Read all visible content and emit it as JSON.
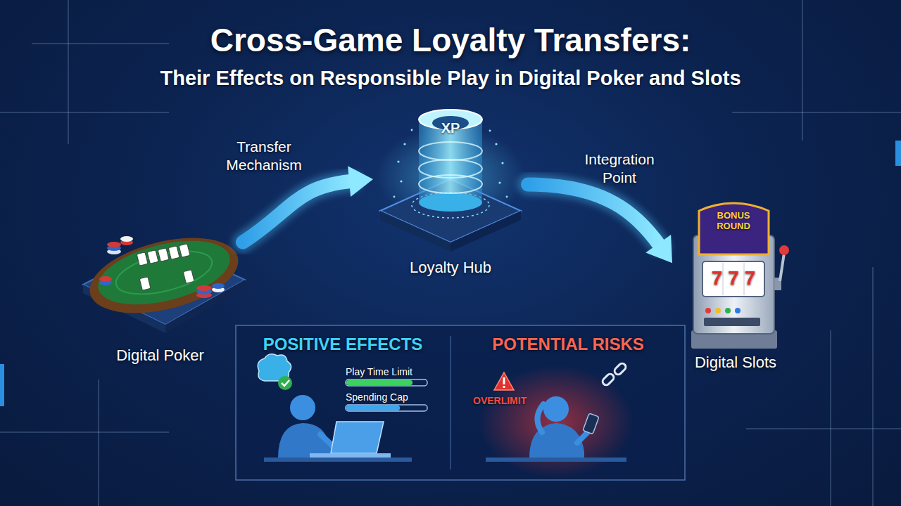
{
  "diagram": {
    "title": "Cross-Game Loyalty Transfers:",
    "nodes": [
      {
        "text": [
          "Digital Poker"
        ]
      },
      {
        "text": [
          "Loyalty Hub"
        ]
      },
      {
        "text": [
          "Digital Slots"
        ]
      },
      {
        "text": [
          "POSITIVE EFFECTS"
        ]
      },
      {
        "text": [
          "POTENTIAL RISKS"
        ]
      }
    ],
    "edges": [
      {
        "from": 0,
        "to": 1,
        "label": "Transfer Mechanism",
        "arrow": "to"
      },
      {
        "from": 1,
        "to": 2,
        "label": "Integration Point",
        "arrow": "to"
      }
    ],
    "labels": [
      "Their Effects on Responsible Play in Digital Poker and Slots",
      "XP",
      "BONUS ROUND",
      "777",
      "Play Time Limit",
      "Spending Cap",
      "OVERLIMIT"
    ]
  }
}
